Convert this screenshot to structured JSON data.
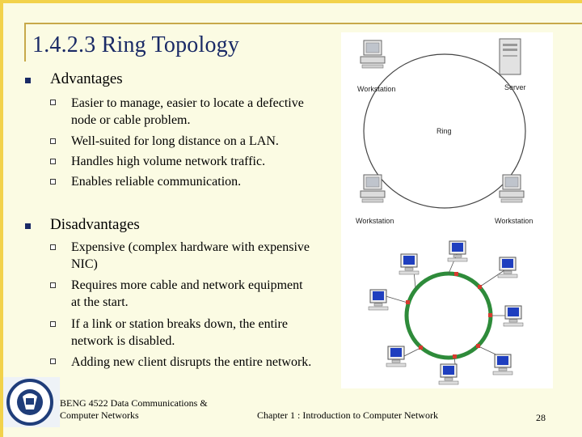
{
  "slide": {
    "title": "1.4.2.3 Ring Topology",
    "advantages_heading": "Advantages",
    "advantages": [
      "Easier to manage, easier to locate a defective node or cable problem.",
      "Well-suited for long distance on a LAN.",
      "Handles high volume network traffic.",
      "Enables reliable communication."
    ],
    "disadvantages_heading": "Disadvantages",
    "disadvantages": [
      "Expensive (complex hardware with expensive NIC)",
      "Requires more cable and network equipment at the start.",
      "If a link or station breaks down, the entire network is disabled.",
      "Adding new client disrupts the entire network."
    ]
  },
  "diagram": {
    "labels": {
      "workstation_top": "Workstation",
      "server": "Server",
      "ring": "Ring",
      "workstation_bottom_left": "Workstation",
      "workstation_bottom_right": "Workstation"
    }
  },
  "footer": {
    "course_line1": "BENG 4522 Data Communications &",
    "course_line2": "Computer Networks",
    "chapter": "Chapter 1 : Introduction to Computer Network",
    "page": "28"
  },
  "colors": {
    "background": "#fbfbe3",
    "frame": "#f2d24b",
    "title": "#1a2a66",
    "ring_green": "#2e8b3a",
    "monitor_blue": "#1f3fbf"
  }
}
